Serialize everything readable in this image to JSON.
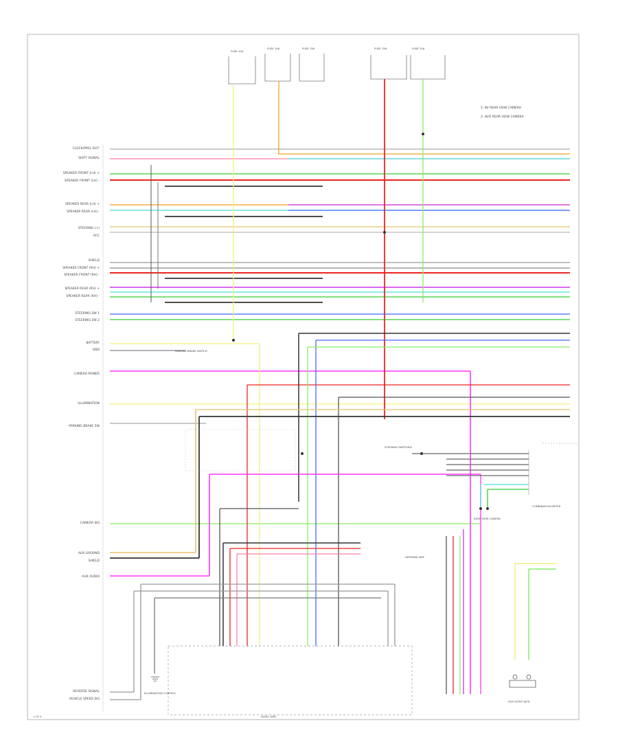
{
  "diagram": {
    "left_labels": [
      "CLOCK/PREL.RLY?",
      "SHIFT SIGNAL",
      "SPEAKER FRONT (LH) +",
      "SPEAKER FRONT (LH) -",
      "SPEAKER REAR (LH) +",
      "SPEAKER REAR (LH) -",
      "STEERING (+)",
      "ACC",
      "SHIELD",
      "SPEAKER FRONT (RH) +",
      "SPEAKER FRONT (RH) -",
      "SPEAKER REAR (RH) +",
      "SPEAKER REAR (RH) -",
      "STEERING SW 1",
      "STEERING SW 2",
      "BATTERY",
      "GND",
      "CAMERA POWER",
      "ILLUMINATION",
      "PARKING BRAKE SW",
      "CAMERA SIG",
      "AUX GROUND",
      "SHIELD",
      "AUX AUDIO",
      "REVERSE SIGNAL",
      "VEHICLE SPEED SIG"
    ],
    "legend": [
      "1: W/ REAR VIEW CAMERA",
      "2: W/O REAR VIEW CAMERA"
    ],
    "component_labels": {
      "head_unit": "AUDIO UNIT",
      "park_brake": "PARKING BRAKE SWITCH",
      "combination_meter": "COMBINATION METER",
      "aux_jack": "AUX AUDIO JACK",
      "rear_camera": "REAR VIEW CAMERA",
      "steering_sw": "STEERING SWITCHES",
      "antenna_amp": "ANTENNA AMP",
      "illumination_ctrl": "ILLUMINATION CONTROL"
    },
    "fuse_labels": [
      "FUSE 10A",
      "FUSE 10A",
      "FUSE 15A",
      "FUSE 15A",
      "FUSE 20A"
    ],
    "page_ref": "1 OF 3"
  }
}
